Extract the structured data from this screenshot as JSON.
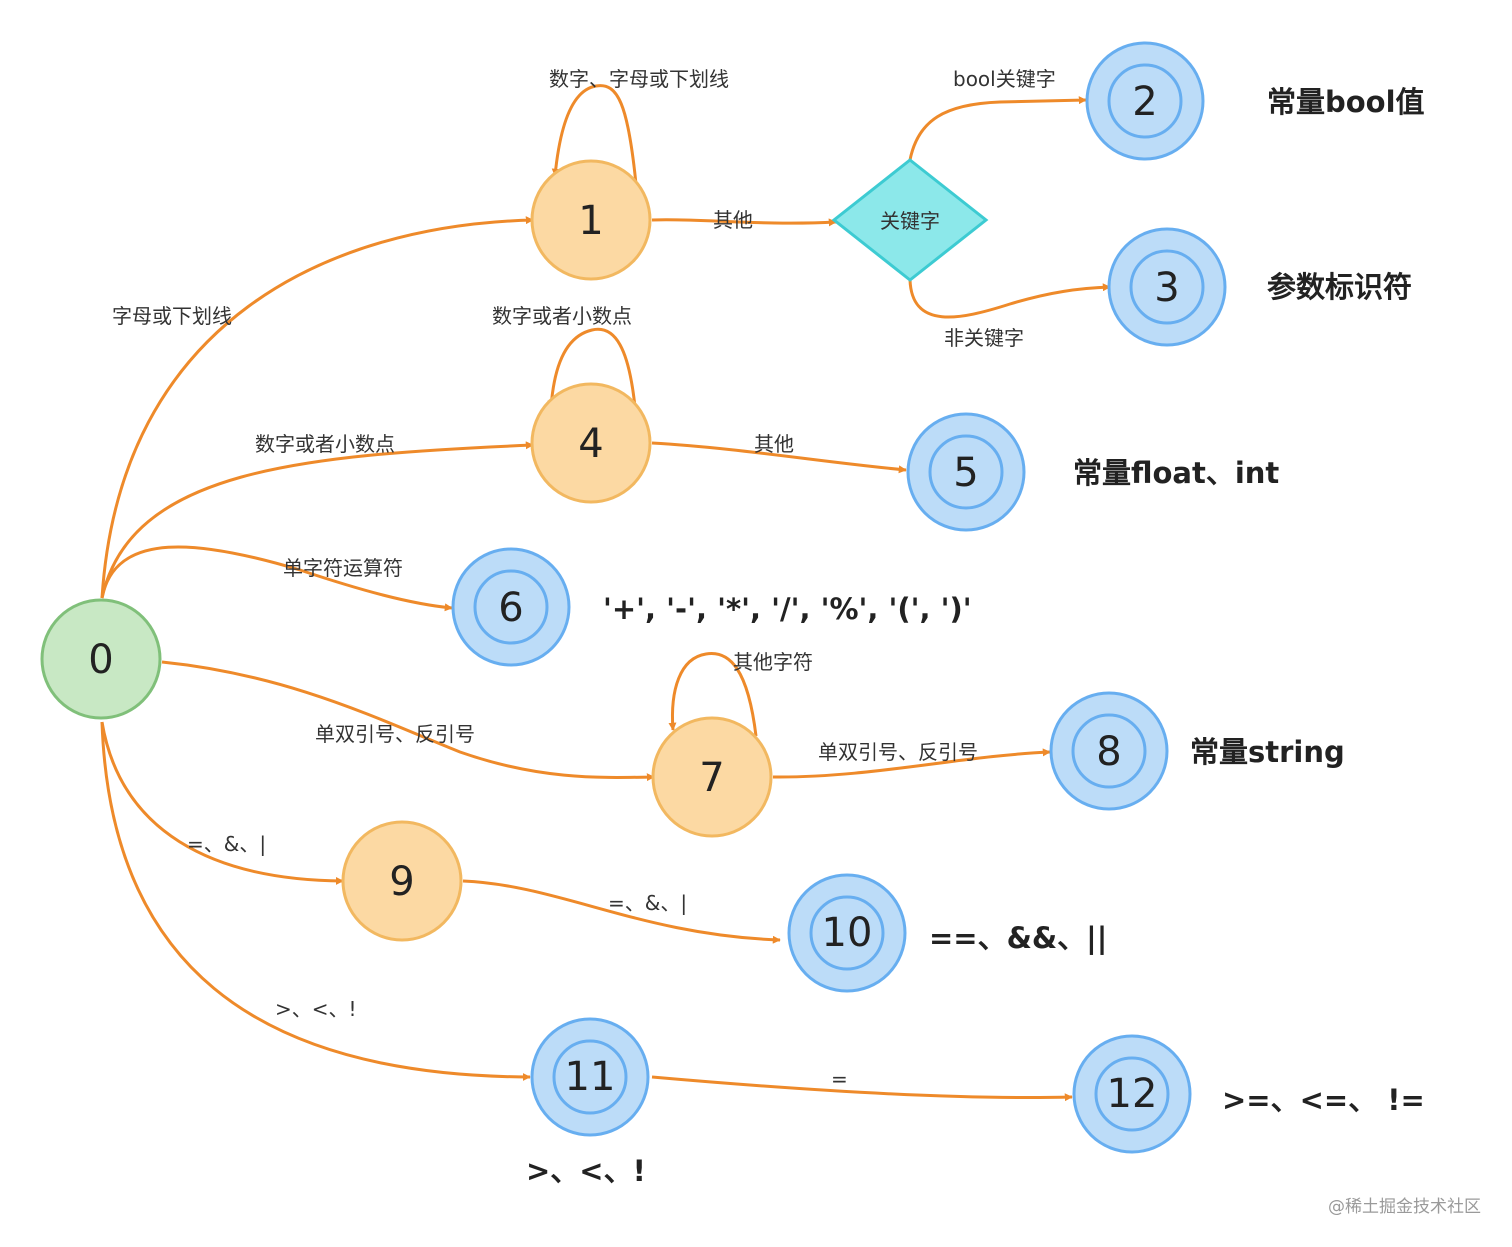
{
  "colors": {
    "edge": "#ee8a2a",
    "start_fill": "#c8e8c4",
    "start_stroke": "#80c07a",
    "mid_fill": "#fcd9a3",
    "mid_stroke": "#f2b860",
    "final_fill": "#bcdcf8",
    "final_stroke": "#67aef0",
    "decision_fill": "#8ce8ea",
    "decision_stroke": "#3dcbd2"
  },
  "nodes": {
    "n0": "0",
    "n1": "1",
    "n2": "2",
    "n3": "3",
    "n4": "4",
    "n5": "5",
    "n6": "6",
    "n7": "7",
    "n8": "8",
    "n9": "9",
    "n10": "10",
    "n11": "11",
    "n12": "12"
  },
  "decision": {
    "label": "关键字"
  },
  "edges": {
    "e0_1": "字母或下划线",
    "loop1": "数字、字母或下划线",
    "e1_kw": "其他",
    "kw_2": "bool关键字",
    "kw_3": "非关键字",
    "loop4": "数字或者小数点",
    "e0_4": "数字或者小数点",
    "e4_5": "其他",
    "e0_6": "单字符运算符",
    "loop7": "其他字符",
    "e0_7": "单双引号、反引号",
    "e7_8": "单双引号、反引号",
    "e0_9": "=、&、|",
    "e9_10": "=、&、|",
    "e0_11": ">、<、!",
    "e11_12": "="
  },
  "side_labels": {
    "s2": "常量bool值",
    "s3": "参数标识符",
    "s5": "常量float、int",
    "s6": "'+', '-', '*', '/', '%', '(', ')'",
    "s8": "常量string",
    "s10": "==、&&、||",
    "s11": ">、<、!",
    "s12": ">=、<=、 !="
  },
  "watermark": "@稀土掘金技术社区"
}
